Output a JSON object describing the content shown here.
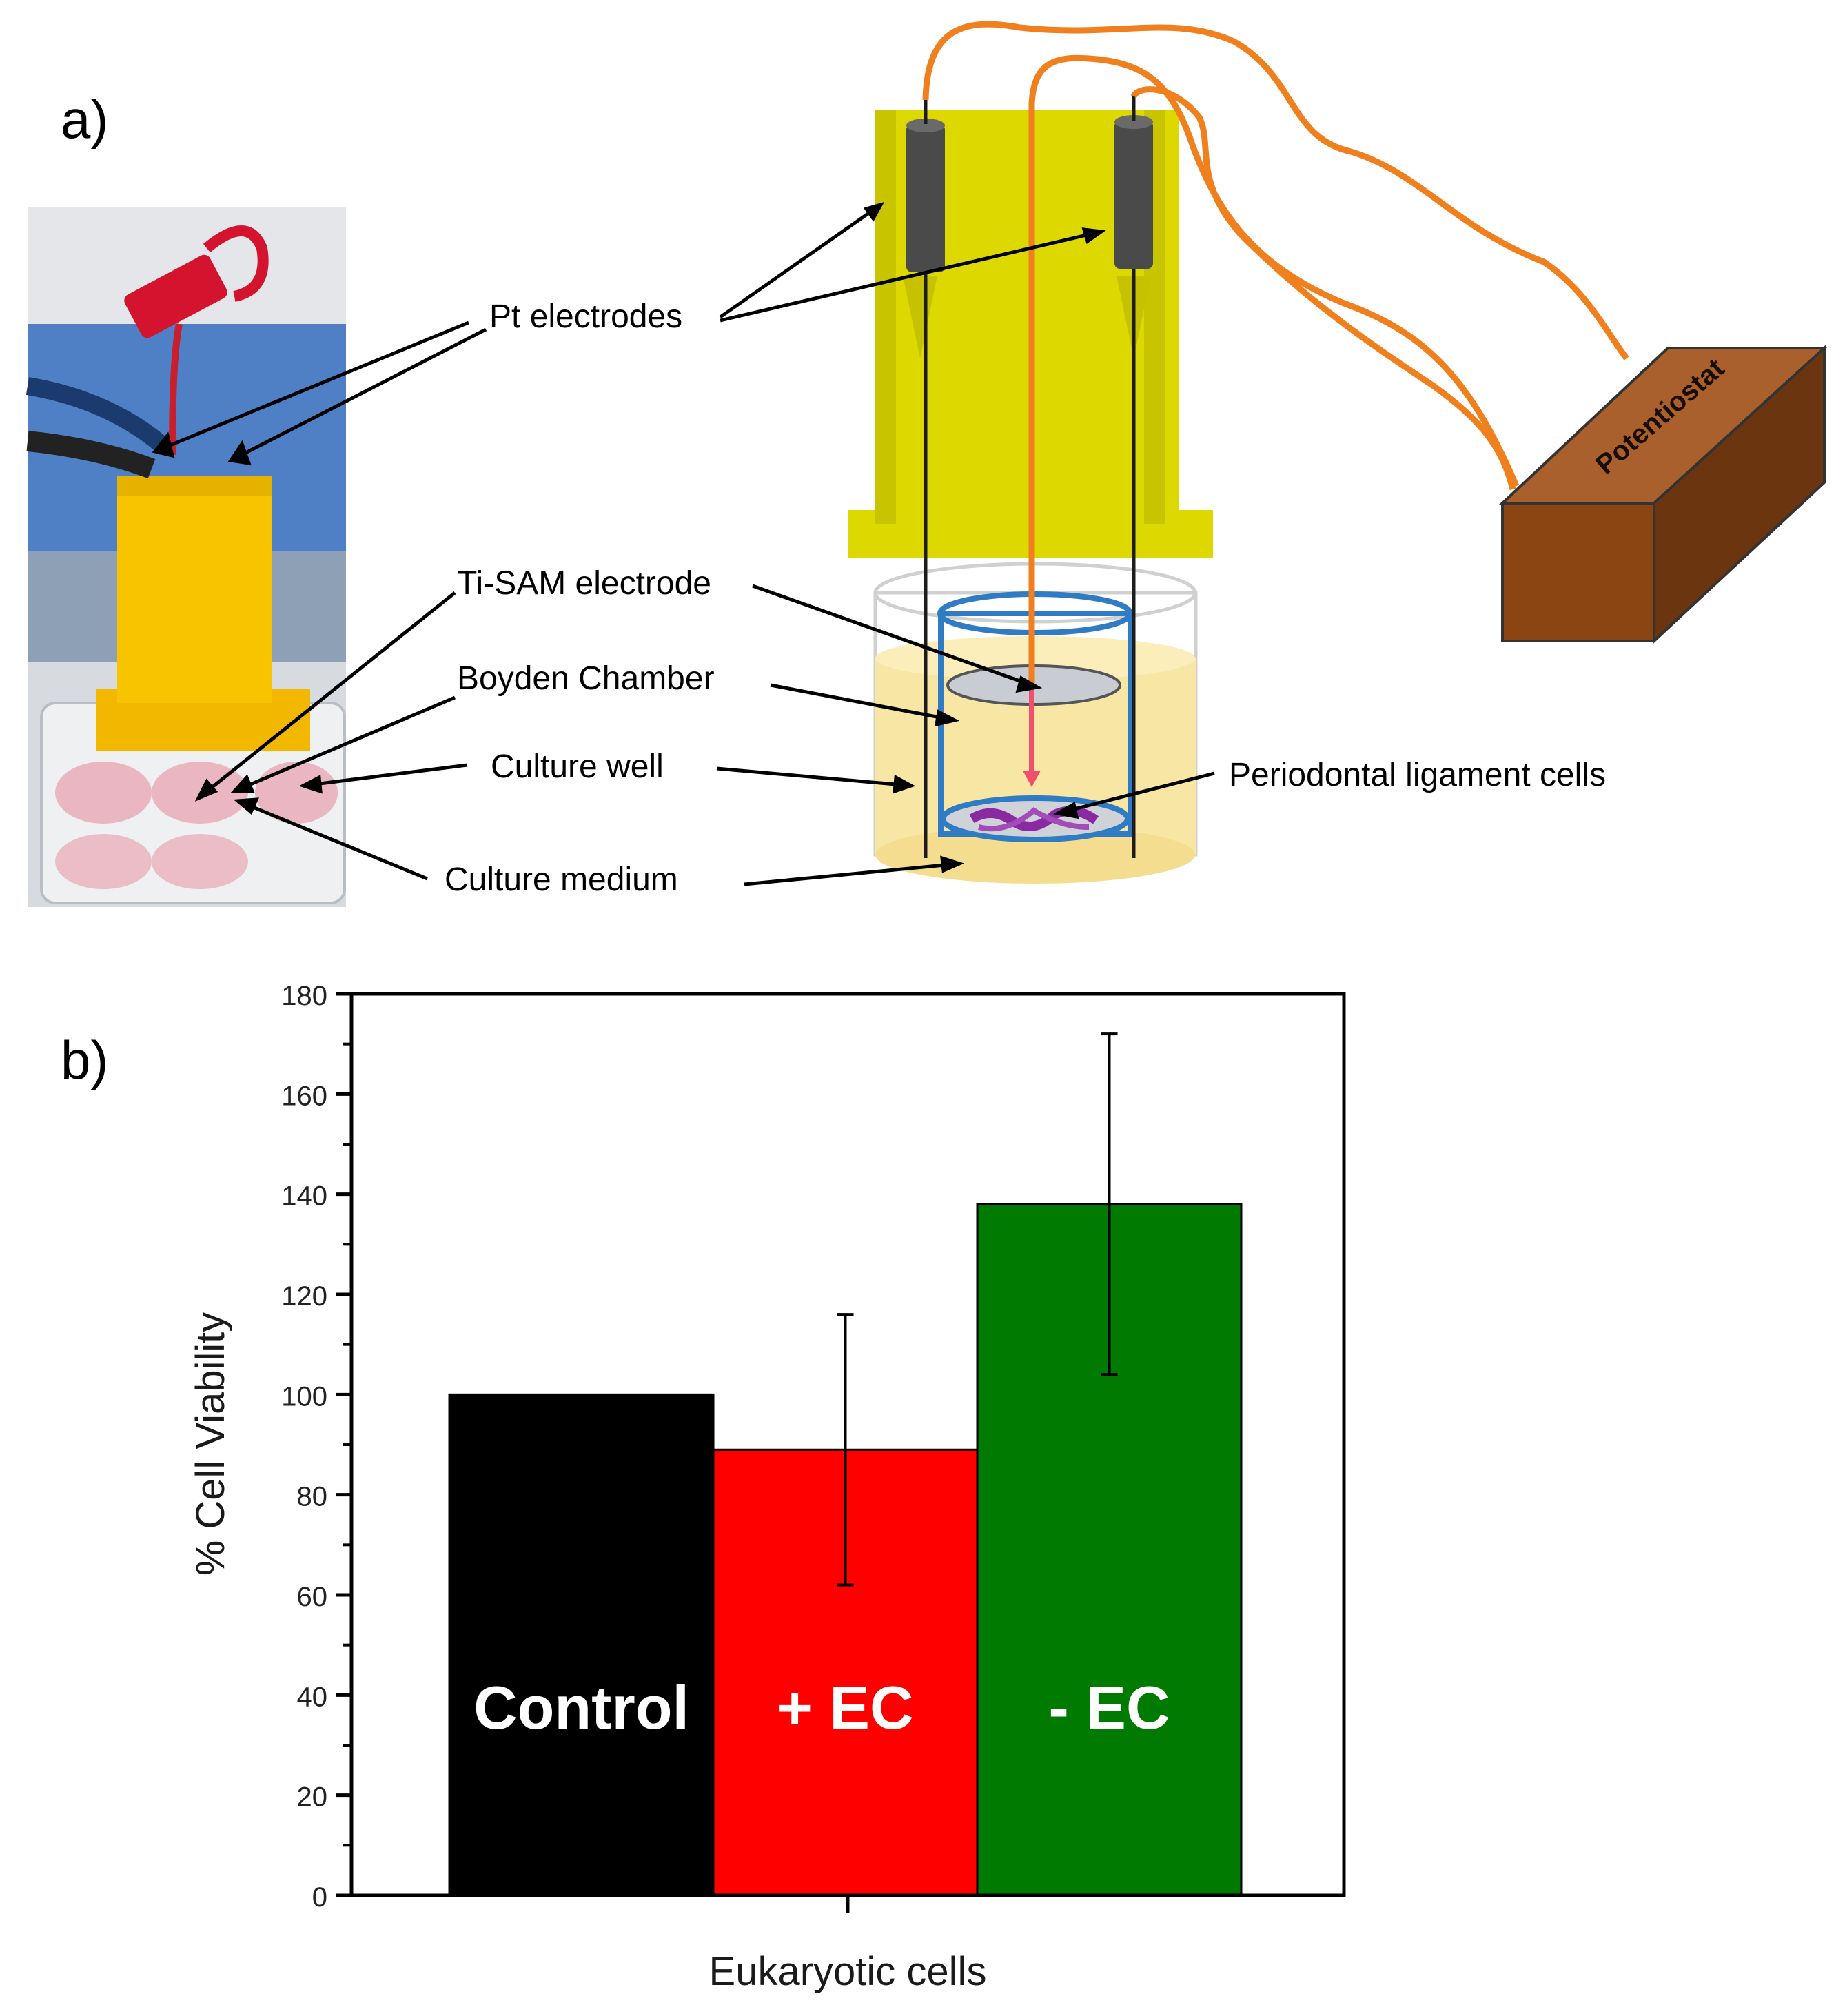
{
  "panel_a": {
    "label": "a)",
    "labels": {
      "pt_electrodes": "Pt electrodes",
      "ti_sam": "Ti-SAM electrode",
      "boyden": "Boyden Chamber",
      "culture_well": "Culture well",
      "culture_medium": "Culture medium",
      "pdl_cells": "Periodontal ligament cells",
      "potentiostat": "Potentiostat"
    },
    "colors": {
      "holder": "#dcd800",
      "wire": "#f07f1d",
      "box_front": "#8b4513",
      "box_top": "#a9602d",
      "box_side": "#6b3510",
      "medium": "#f8e6a4",
      "chamber": "#2f7cc4",
      "current_arrow": "#f0506e"
    }
  },
  "panel_b": {
    "label": "b)"
  },
  "chart_data": {
    "type": "bar",
    "categories": [
      "Control",
      "+ EC",
      "- EC"
    ],
    "values": [
      100,
      89,
      138
    ],
    "errors": [
      0,
      27,
      34
    ],
    "colors": [
      "#000000",
      "#ff0000",
      "#007a00"
    ],
    "bar_labels": [
      "Control",
      "+ EC",
      "- EC"
    ],
    "xlabel": "Eukaryotic cells",
    "ylabel": "% Cell Viability",
    "ylim": [
      0,
      180
    ],
    "yticks": [
      0,
      20,
      40,
      60,
      80,
      100,
      120,
      140,
      160,
      180
    ],
    "grid": false
  }
}
